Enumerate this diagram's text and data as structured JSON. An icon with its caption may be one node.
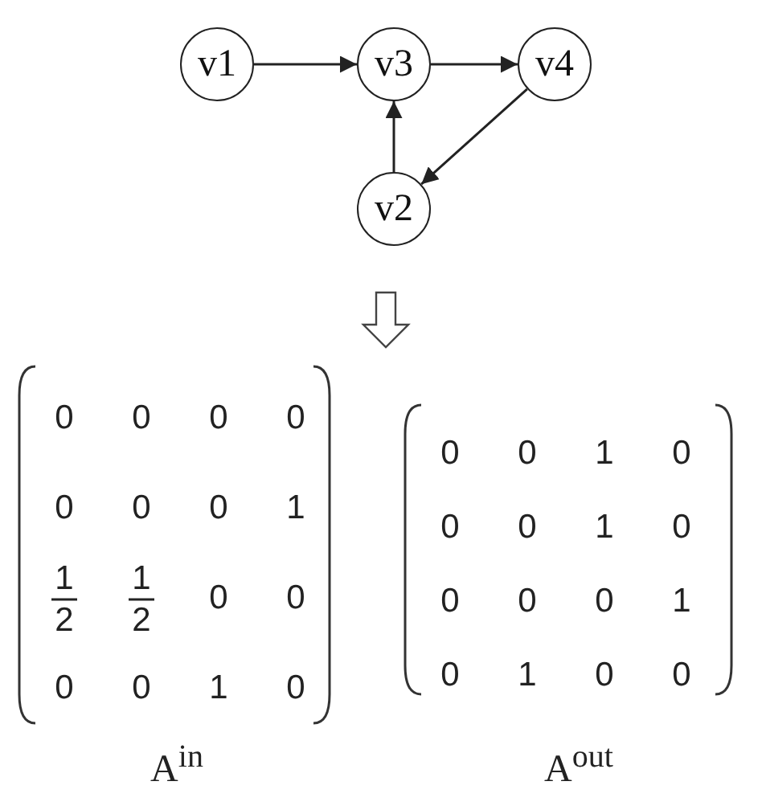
{
  "diagram": {
    "nodes": [
      {
        "text": [
          "v1"
        ]
      },
      {
        "text": [
          "v3"
        ]
      },
      {
        "text": [
          "v4"
        ]
      },
      {
        "text": [
          "v2"
        ]
      }
    ],
    "edges": [
      {
        "from": 0,
        "to": 1,
        "arrow": "to"
      },
      {
        "from": 1,
        "to": 2,
        "arrow": "to"
      },
      {
        "from": 3,
        "to": 1,
        "arrow": "to"
      },
      {
        "from": 2,
        "to": 3,
        "arrow": "to"
      }
    ],
    "labels": [
      "0",
      "0",
      "0",
      "0",
      "0",
      "0",
      "0",
      "1",
      "1",
      "2",
      "1",
      "2",
      "0",
      "0",
      "0",
      "0",
      "1",
      "0",
      "0",
      "0",
      "1",
      "0",
      "0",
      "0",
      "1",
      "0",
      "0",
      "0",
      "0",
      "1",
      "0",
      "1",
      "0",
      "0",
      "A$^{in}$",
      "A$^{out}$"
    ]
  }
}
